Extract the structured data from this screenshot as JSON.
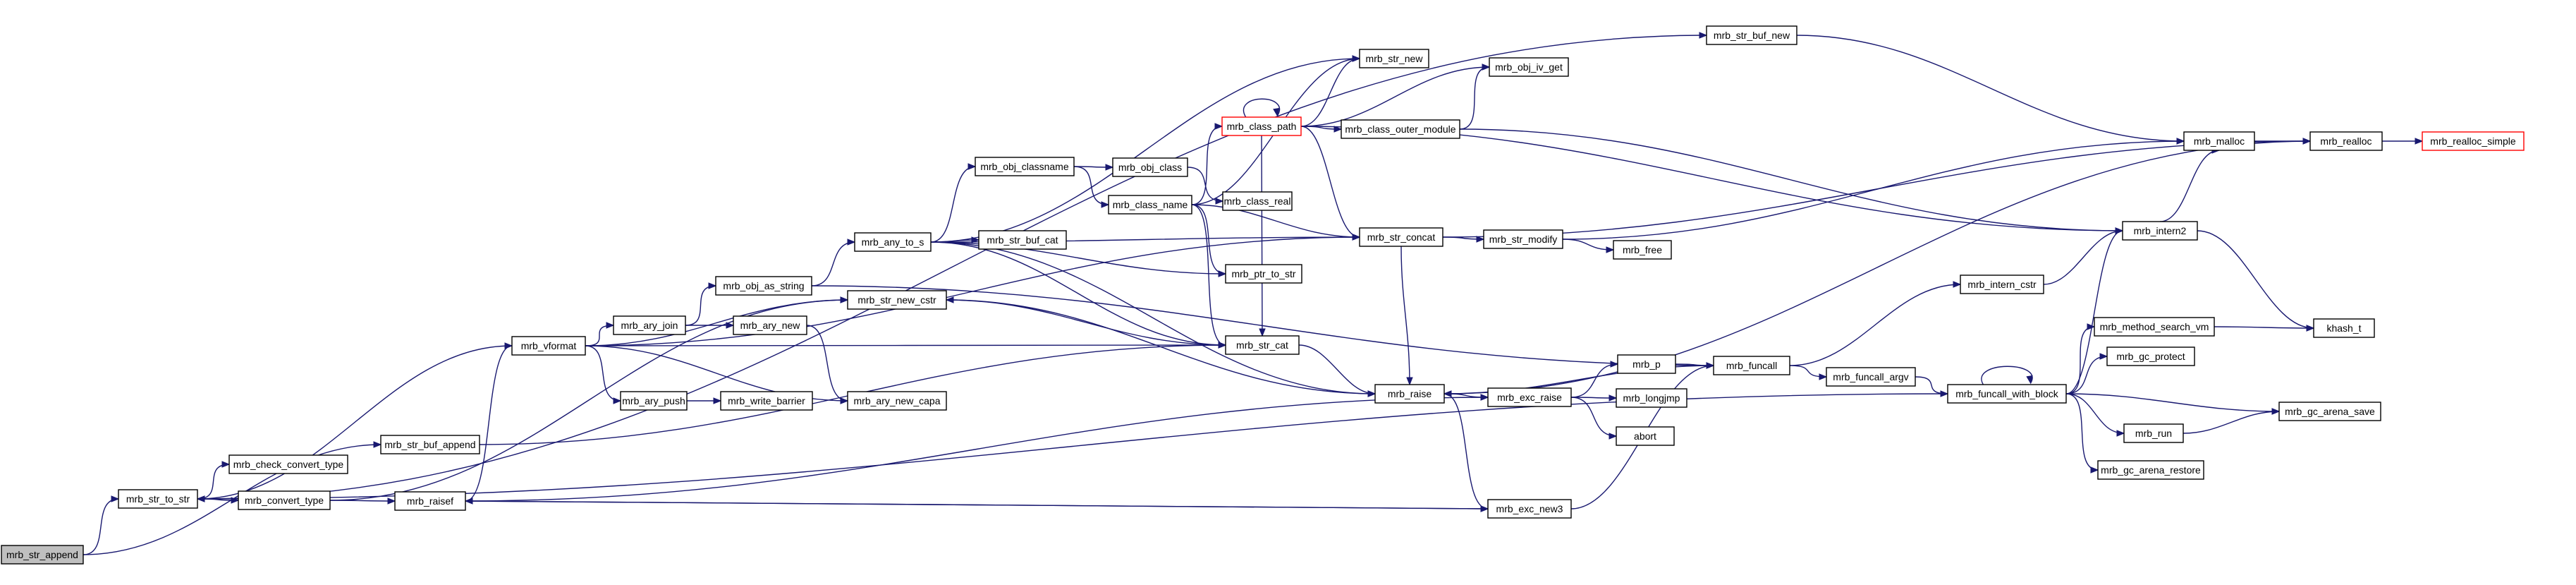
{
  "nodes": [
    {
      "id": "mrb_str_append",
      "label": "mrb_str_append",
      "highlight": true
    },
    {
      "id": "mrb_str_to_str",
      "label": "mrb_str_to_str"
    },
    {
      "id": "mrb_check_convert_type",
      "label": "mrb_check_convert_type"
    },
    {
      "id": "mrb_convert_type",
      "label": "mrb_convert_type"
    },
    {
      "id": "mrb_str_buf_append",
      "label": "mrb_str_buf_append"
    },
    {
      "id": "mrb_raisef",
      "label": "mrb_raisef"
    },
    {
      "id": "mrb_vformat",
      "label": "mrb_vformat"
    },
    {
      "id": "mrb_ary_join",
      "label": "mrb_ary_join"
    },
    {
      "id": "mrb_ary_push",
      "label": "mrb_ary_push"
    },
    {
      "id": "mrb_obj_as_string",
      "label": "mrb_obj_as_string"
    },
    {
      "id": "mrb_ary_new",
      "label": "mrb_ary_new"
    },
    {
      "id": "mrb_write_barrier",
      "label": "mrb_write_barrier"
    },
    {
      "id": "mrb_ary_new_capa",
      "label": "mrb_ary_new_capa"
    },
    {
      "id": "mrb_str_new_cstr",
      "label": "mrb_str_new_cstr"
    },
    {
      "id": "mrb_any_to_s",
      "label": "mrb_any_to_s"
    },
    {
      "id": "mrb_obj_classname",
      "label": "mrb_obj_classname"
    },
    {
      "id": "mrb_str_buf_cat",
      "label": "mrb_str_buf_cat"
    },
    {
      "id": "mrb_obj_class",
      "label": "mrb_obj_class"
    },
    {
      "id": "mrb_class_name",
      "label": "mrb_class_name"
    },
    {
      "id": "mrb_class_real",
      "label": "mrb_class_real"
    },
    {
      "id": "mrb_ptr_to_str",
      "label": "mrb_ptr_to_str"
    },
    {
      "id": "mrb_str_cat",
      "label": "mrb_str_cat"
    },
    {
      "id": "mrb_class_path",
      "label": "mrb_class_path",
      "truncated": true
    },
    {
      "id": "mrb_str_new",
      "label": "mrb_str_new"
    },
    {
      "id": "mrb_obj_iv_get",
      "label": "mrb_obj_iv_get"
    },
    {
      "id": "mrb_class_outer_module",
      "label": "mrb_class_outer_module"
    },
    {
      "id": "mrb_str_concat",
      "label": "mrb_str_concat"
    },
    {
      "id": "mrb_str_modify",
      "label": "mrb_str_modify"
    },
    {
      "id": "mrb_free",
      "label": "mrb_free"
    },
    {
      "id": "mrb_raise",
      "label": "mrb_raise"
    },
    {
      "id": "mrb_exc_raise",
      "label": "mrb_exc_raise"
    },
    {
      "id": "mrb_exc_new3",
      "label": "mrb_exc_new3"
    },
    {
      "id": "mrb_p",
      "label": "mrb_p"
    },
    {
      "id": "mrb_longjmp",
      "label": "mrb_longjmp"
    },
    {
      "id": "abort",
      "label": "abort"
    },
    {
      "id": "mrb_funcall",
      "label": "mrb_funcall"
    },
    {
      "id": "mrb_funcall_argv",
      "label": "mrb_funcall_argv"
    },
    {
      "id": "mrb_intern_cstr",
      "label": "mrb_intern_cstr"
    },
    {
      "id": "mrb_funcall_with_block",
      "label": "mrb_funcall_with_block"
    },
    {
      "id": "mrb_str_buf_new",
      "label": "mrb_str_buf_new"
    },
    {
      "id": "mrb_malloc",
      "label": "mrb_malloc"
    },
    {
      "id": "mrb_realloc",
      "label": "mrb_realloc"
    },
    {
      "id": "mrb_realloc_simple",
      "label": "mrb_realloc_simple",
      "truncated": true
    },
    {
      "id": "mrb_intern2",
      "label": "mrb_intern2"
    },
    {
      "id": "khash_t",
      "label": "khash_t"
    },
    {
      "id": "mrb_method_search_vm",
      "label": "mrb_method_search_vm"
    },
    {
      "id": "mrb_gc_protect",
      "label": "mrb_gc_protect"
    },
    {
      "id": "mrb_gc_arena_save",
      "label": "mrb_gc_arena_save"
    },
    {
      "id": "mrb_run",
      "label": "mrb_run"
    },
    {
      "id": "mrb_gc_arena_restore",
      "label": "mrb_gc_arena_restore"
    }
  ],
  "edges": [
    [
      "mrb_str_append",
      "mrb_str_to_str"
    ],
    [
      "mrb_str_append",
      "mrb_str_buf_append"
    ],
    [
      "mrb_str_to_str",
      "mrb_check_convert_type"
    ],
    [
      "mrb_str_to_str",
      "mrb_convert_type"
    ],
    [
      "mrb_convert_type",
      "mrb_raisef"
    ],
    [
      "mrb_convert_type",
      "mrb_str_new_cstr"
    ],
    [
      "mrb_str_buf_append",
      "mrb_str_cat"
    ],
    [
      "mrb_raisef",
      "mrb_vformat"
    ],
    [
      "mrb_raisef",
      "mrb_exc_raise"
    ],
    [
      "mrb_raisef",
      "mrb_exc_new3"
    ],
    [
      "mrb_vformat",
      "mrb_ary_join"
    ],
    [
      "mrb_vformat",
      "mrb_ary_push"
    ],
    [
      "mrb_vformat",
      "mrb_ary_new_capa"
    ],
    [
      "mrb_vformat",
      "mrb_str_new_cstr"
    ],
    [
      "mrb_vformat",
      "mrb_str_cat"
    ],
    [
      "mrb_vformat",
      "mrb_str_to_str"
    ],
    [
      "mrb_vformat",
      "mrb_str_concat"
    ],
    [
      "mrb_ary_join",
      "mrb_obj_as_string"
    ],
    [
      "mrb_ary_join",
      "mrb_ary_new"
    ],
    [
      "mrb_ary_push",
      "mrb_write_barrier"
    ],
    [
      "mrb_ary_new",
      "mrb_ary_new_capa"
    ],
    [
      "mrb_obj_as_string",
      "mrb_any_to_s"
    ],
    [
      "mrb_obj_as_string",
      "mrb_funcall"
    ],
    [
      "mrb_str_new_cstr",
      "mrb_raise"
    ],
    [
      "mrb_any_to_s",
      "mrb_obj_classname"
    ],
    [
      "mrb_any_to_s",
      "mrb_str_buf_cat"
    ],
    [
      "mrb_any_to_s",
      "mrb_str_new"
    ],
    [
      "mrb_any_to_s",
      "mrb_ptr_to_str"
    ],
    [
      "mrb_any_to_s",
      "mrb_str_cat"
    ],
    [
      "mrb_any_to_s",
      "mrb_str_concat"
    ],
    [
      "mrb_any_to_s",
      "mrb_raise"
    ],
    [
      "mrb_obj_classname",
      "mrb_obj_class"
    ],
    [
      "mrb_obj_classname",
      "mrb_class_name"
    ],
    [
      "mrb_obj_class",
      "mrb_class_real"
    ],
    [
      "mrb_class_name",
      "mrb_class_path"
    ],
    [
      "mrb_class_name",
      "mrb_str_new"
    ],
    [
      "mrb_class_name",
      "mrb_ptr_to_str"
    ],
    [
      "mrb_class_name",
      "mrb_str_cat"
    ],
    [
      "mrb_class_name",
      "mrb_str_concat"
    ],
    [
      "mrb_class_path",
      "mrb_class_path"
    ],
    [
      "mrb_class_path",
      "mrb_str_new"
    ],
    [
      "mrb_class_path",
      "mrb_obj_iv_get"
    ],
    [
      "mrb_class_path",
      "mrb_class_outer_module"
    ],
    [
      "mrb_class_path",
      "mrb_str_concat"
    ],
    [
      "mrb_class_path",
      "mrb_str_cat"
    ],
    [
      "mrb_class_path",
      "mrb_intern2"
    ],
    [
      "mrb_class_outer_module",
      "mrb_obj_iv_get"
    ],
    [
      "mrb_class_outer_module",
      "mrb_intern2"
    ],
    [
      "mrb_str_concat",
      "mrb_str_modify"
    ],
    [
      "mrb_str_concat",
      "mrb_realloc"
    ],
    [
      "mrb_str_concat",
      "mrb_raise"
    ],
    [
      "mrb_str_modify",
      "mrb_free"
    ],
    [
      "mrb_str_modify",
      "mrb_malloc"
    ],
    [
      "mrb_str_cat",
      "mrb_raise"
    ],
    [
      "mrb_str_cat",
      "mrb_str_new_cstr"
    ],
    [
      "mrb_raise",
      "mrb_exc_raise"
    ],
    [
      "mrb_raise",
      "mrb_exc_new3"
    ],
    [
      "mrb_exc_raise",
      "mrb_p"
    ],
    [
      "mrb_exc_raise",
      "mrb_longjmp"
    ],
    [
      "mrb_exc_raise",
      "abort"
    ],
    [
      "mrb_p",
      "mrb_funcall"
    ],
    [
      "mrb_exc_new3",
      "mrb_funcall"
    ],
    [
      "mrb_exc_new3",
      "mrb_raisef"
    ],
    [
      "mrb_funcall",
      "mrb_funcall_argv"
    ],
    [
      "mrb_funcall",
      "mrb_intern_cstr"
    ],
    [
      "mrb_funcall",
      "mrb_raise"
    ],
    [
      "mrb_funcall_argv",
      "mrb_funcall_with_block"
    ],
    [
      "mrb_intern_cstr",
      "mrb_intern2"
    ],
    [
      "mrb_funcall_with_block",
      "mrb_funcall_with_block"
    ],
    [
      "mrb_funcall_with_block",
      "mrb_intern2"
    ],
    [
      "mrb_funcall_with_block",
      "mrb_method_search_vm"
    ],
    [
      "mrb_funcall_with_block",
      "mrb_gc_protect"
    ],
    [
      "mrb_funcall_with_block",
      "mrb_gc_arena_save"
    ],
    [
      "mrb_funcall_with_block",
      "mrb_run"
    ],
    [
      "mrb_funcall_with_block",
      "mrb_gc_arena_restore"
    ],
    [
      "mrb_funcall_with_block",
      "mrb_str_to_str"
    ],
    [
      "mrb_run",
      "mrb_gc_arena_save"
    ],
    [
      "mrb_method_search_vm",
      "khash_t"
    ],
    [
      "mrb_intern2",
      "mrb_malloc"
    ],
    [
      "mrb_intern2",
      "khash_t"
    ],
    [
      "mrb_str_buf_new",
      "mrb_malloc"
    ],
    [
      "mrb_str_to_str",
      "mrb_str_buf_new"
    ],
    [
      "mrb_malloc",
      "mrb_realloc"
    ],
    [
      "mrb_realloc",
      "mrb_realloc_simple"
    ],
    [
      "mrb_realloc",
      "mrb_raise"
    ]
  ],
  "colors": {
    "edge": "#191970",
    "node_border": "#000000",
    "highlight_fill": "#bfbfbf",
    "truncated_border": "#ff0000",
    "background": "#ffffff"
  }
}
